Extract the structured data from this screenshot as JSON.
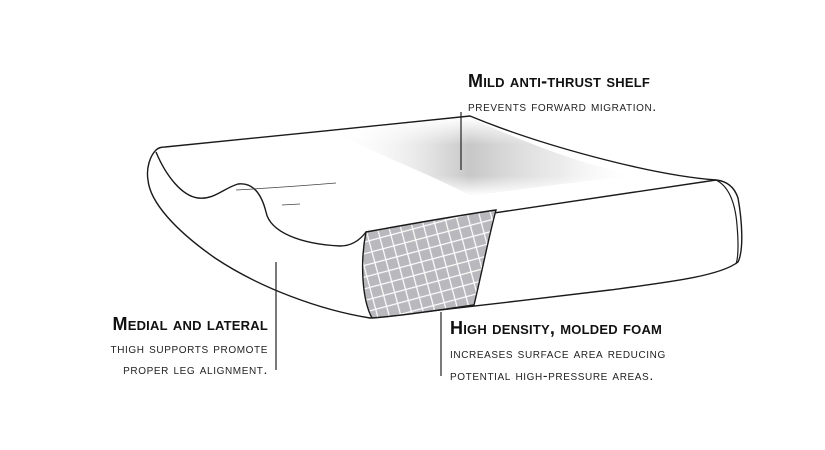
{
  "callouts": {
    "shelf": {
      "title": "Mild anti-thrust shelf",
      "lines": [
        "prevents forward migration."
      ]
    },
    "thigh": {
      "title": "Medial and lateral",
      "lines": [
        "thigh supports promote",
        "proper leg alignment."
      ]
    },
    "foam": {
      "title": "High density, molded foam",
      "lines": [
        "increases surface area reducing",
        "potential high-pressure areas."
      ]
    }
  },
  "colors": {
    "outline": "#1a1a1a",
    "cushion_fill": "#ffffff",
    "shelf_shade": "#c8c8c8",
    "foam_fill": "#b9b9bd",
    "foam_grid": "#ffffff",
    "leader_line": "#222222"
  }
}
